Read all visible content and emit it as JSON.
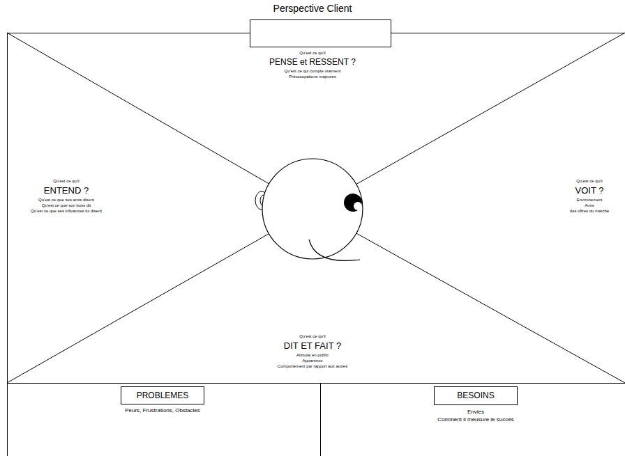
{
  "diagram": {
    "title": "Perspective Client",
    "nodes": [
      {
        "text": [
          "Qu'est ce qu'il",
          "PENSE et RESSENT ?",
          "Qu'est ce qui compte vraiment",
          "Préoccupations majeures"
        ]
      },
      {
        "text": [
          "Qu'est ce qu'il",
          "ENTEND ?",
          "Qu'est ce que ses amis disent",
          "Qu'est ce que son boss dit",
          "Qu'est ce que ses influances lui disent"
        ]
      },
      {
        "text": [
          "Qu'est ce qu'il",
          "VOIT ?",
          "Environement",
          "Amis",
          "des offres du marché"
        ]
      },
      {
        "text": [
          "Qu'est ce qu'il",
          "DIT ET FAIT ?",
          "Attitude en public",
          "Apparence",
          "Comportement par rapport aux autres"
        ]
      },
      {
        "text": [
          "Peurs, Frustrations, Obstacles"
        ]
      },
      {
        "text": [
          "PROBLEMES"
        ],
        "in": 4
      },
      {
        "text": [
          "Envies",
          "Comment il meusure le succés"
        ]
      },
      {
        "text": [
          "BESOINS"
        ],
        "in": 6
      }
    ]
  }
}
